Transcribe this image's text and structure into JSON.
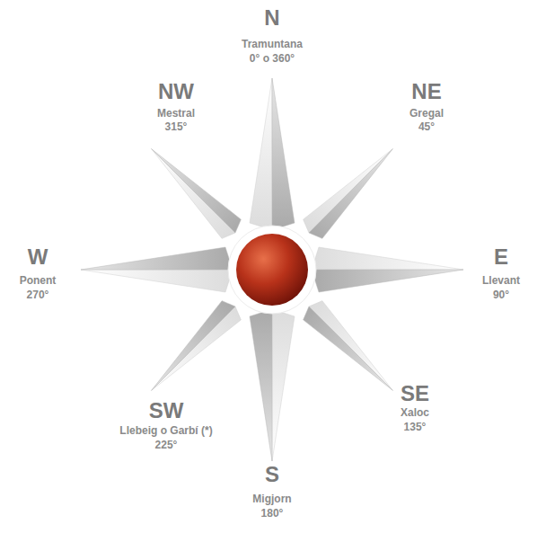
{
  "diagram": {
    "labels": [
      "N",
      "Tramuntana",
      "0° o 360°",
      "NW",
      "Mestral",
      "315°",
      "NE",
      "Gregal",
      "45°",
      "W",
      "Ponent",
      "270°",
      "E",
      "Llevant",
      "90°",
      "SW",
      "Llebeig o Garbí (*)",
      "225°",
      "SE",
      "Xaloc",
      "135°",
      "S",
      "Migjorn",
      "180°"
    ]
  }
}
